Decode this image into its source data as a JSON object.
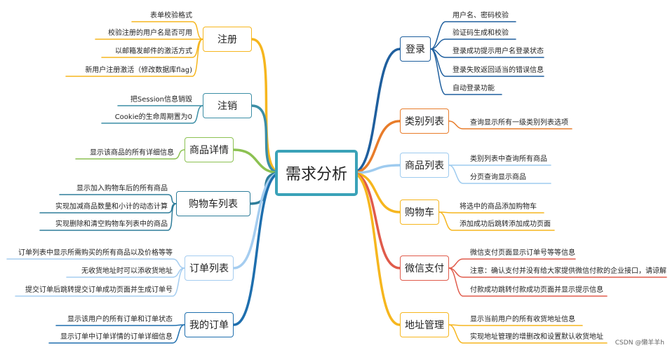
{
  "center": {
    "label": "需求分析"
  },
  "branches": {
    "register": {
      "label": "注册",
      "color": "#f6b61e",
      "items": [
        "表单校验格式",
        "校验注册的用户名是否可用",
        "以邮箱发邮件的激活方式",
        "新用户注册激活（修改数据库flag)"
      ]
    },
    "logout": {
      "label": "注销",
      "color": "#3b8ea5",
      "items": [
        "把Session信息销毁",
        "Cookie的生命周期置为0"
      ]
    },
    "product_detail": {
      "label": "商品详情",
      "color": "#8cc152",
      "items": [
        "显示该商品的所有详细信息"
      ]
    },
    "cart_list": {
      "label": "购物车列表",
      "color": "#2e7d9a",
      "items": [
        "显示加入购物车后的所有商品",
        "实现加减商品数量和小计的动态计算",
        "实现删除和清空购物车列表中的商品"
      ]
    },
    "order_list": {
      "label": "订单列表",
      "color": "#a5cdf0",
      "items": [
        "订单列表中显示所需购买的所有商品以及价格等等",
        "无收货地址时可以添收货地址",
        "提交订单后跳转提交订单成功页面并生成订单号"
      ]
    },
    "my_orders": {
      "label": "我的订单",
      "color": "#1f6fae",
      "items": [
        "显示该用户的所有订单和订单状态",
        "显示订单中订单详情的订单详细信息"
      ]
    },
    "login": {
      "label": "登录",
      "color": "#1f5f9e",
      "items": [
        "用户名、密码校验",
        "验证码生成和校验",
        "登录成功提示用户名登录状态",
        "登录失败返回适当的错误信息",
        "自动登录功能"
      ]
    },
    "category_list": {
      "label": "类别列表",
      "color": "#e87c2a",
      "items": [
        "查询显示所有一级类别列表选项"
      ]
    },
    "product_list": {
      "label": "商品列表",
      "color": "#9ecbef",
      "items": [
        "类别列表中查询所有商品",
        "分页查询显示商品"
      ]
    },
    "cart": {
      "label": "购物车",
      "color": "#f6b61e",
      "items": [
        "将选中的商品添加购物车",
        "添加成功后跳转添加成功页面"
      ]
    },
    "wechat_pay": {
      "label": "微信支付",
      "color": "#e05b4b",
      "items": [
        "微信支付页面显示订单号等等信息",
        "注意：确认支付并没有给大家提供微信付款的企业接口，请谅解",
        "付款成功跳转付款成功页面并显示提示信息"
      ]
    },
    "address": {
      "label": "地址管理",
      "color": "#f6b61e",
      "items": [
        "显示当前用户的所有收货地址信息",
        "实现地址管理的增删改和设置默认收货地址"
      ]
    }
  },
  "watermark": "CSDN @懒羊羊h"
}
